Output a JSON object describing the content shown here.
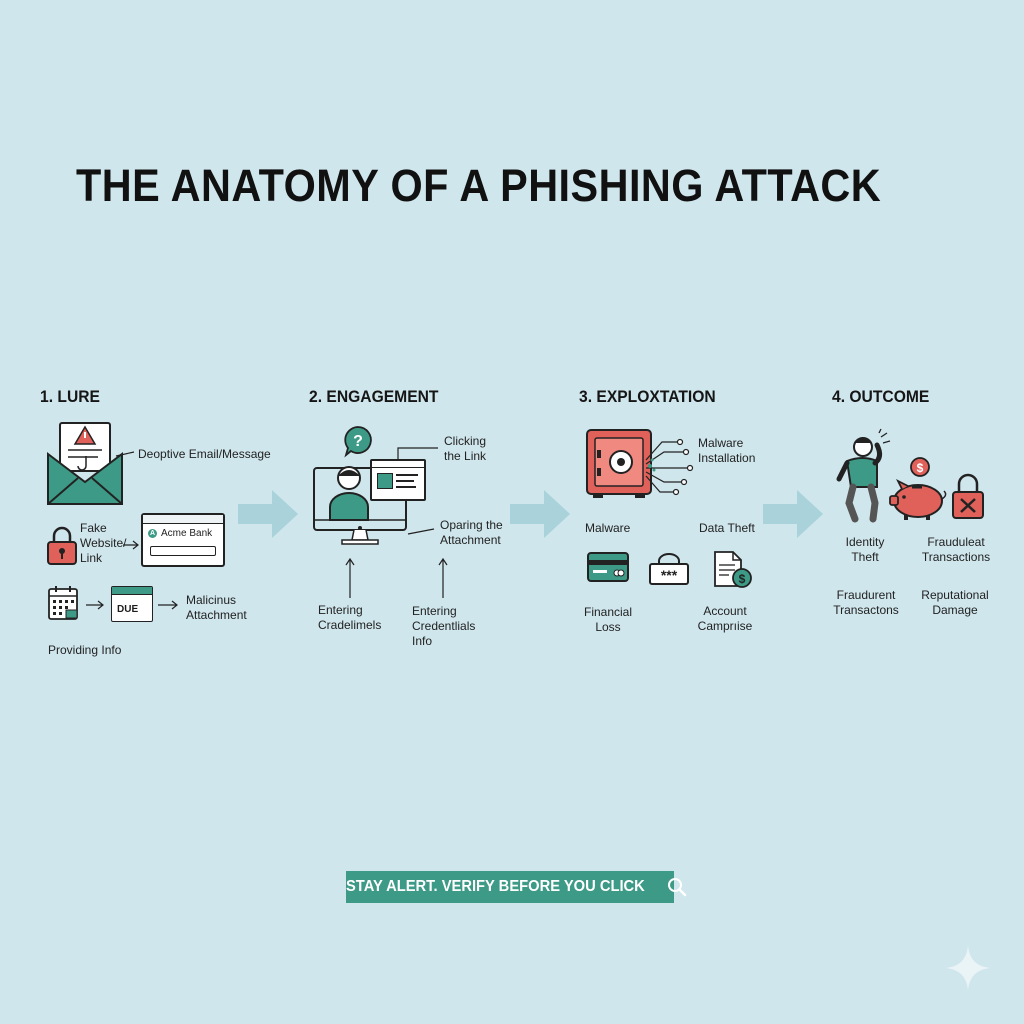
{
  "title": "THE ANATOMY OF A PHISHING ATTACK",
  "colors": {
    "background": "#cfe6ec",
    "teal": "#3d9a86",
    "red": "#e0605a",
    "arrow": "#a9d2db"
  },
  "steps": [
    {
      "title": "1. LURE",
      "labels": {
        "deceptive": "Deoptive Email/Message",
        "fake": "Fake\nWebsite/\nLink",
        "bank": "Acme Bank",
        "bank_logo": "A",
        "due": "DUE",
        "malicious": "Malicinus\nAttachment",
        "providing": "Providing Info"
      }
    },
    {
      "title": "2. ENGAGEMENT",
      "labels": {
        "clicking": "Clicking\nthe Link",
        "opening": "Oparing the\nAttachment",
        "entering1": "Entering\nCradelimels",
        "entering2": "Entering\nCredentlials\nInfo"
      }
    },
    {
      "title": "3. EXPLOXTATION",
      "labels": {
        "malware_install": "Malware\nInstallation",
        "malware": "Malware",
        "data_theft": "Data Theft",
        "financial": "Financial\nLoss",
        "account": "Account\nCamprıise"
      }
    },
    {
      "title": "4. OUTCOME",
      "labels": {
        "identity": "Identity\nTheft",
        "fraud1": "Frauduleat\nTransactions",
        "fraud2": "Fraudurent\nTransactons",
        "reputation": "Reputational\nDamage"
      }
    }
  ],
  "banner": {
    "text": "STAY ALERT. VERIFY BEFORE YOU CLICK"
  },
  "icons": [
    "envelope-warning-icon",
    "padlock-icon",
    "browser-window-icon",
    "calendar-icon",
    "user-monitor-icon",
    "safe-icon",
    "credit-card-icon",
    "password-field-icon",
    "invoice-icon",
    "stressed-person-icon",
    "piggy-bank-icon",
    "locked-padlock-icon",
    "magnifier-icon"
  ]
}
